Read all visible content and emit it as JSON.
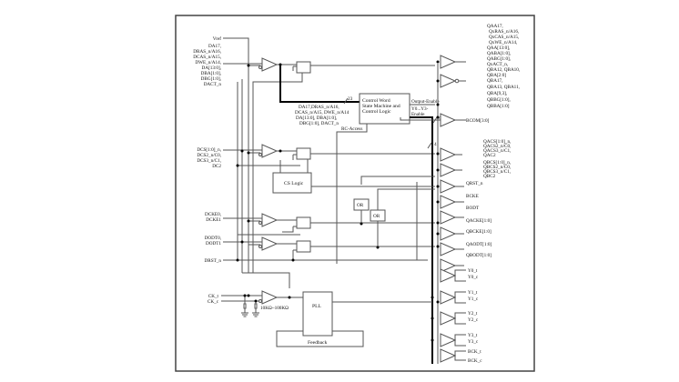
{
  "diagram": {
    "title": "Register / PLL block diagram",
    "inputs": {
      "vref": "Vref",
      "addr_cmd": [
        "DA17,",
        "DRAS_n/A16,",
        "DCAS_n/A15,",
        "DWE_n/A14,",
        "DA[13:0],",
        "DBA[1:0],",
        "DBG[1:0],",
        "DACT_n"
      ],
      "chip_select": [
        "DCS[1:0]_n,",
        "DCS2_n/C0,",
        "DCS3_n/C1,",
        "DC2"
      ],
      "cke": [
        "DCKE0,",
        "DCKE1"
      ],
      "odt": [
        "DODT0,",
        "DODT1"
      ],
      "reset": "DRST_n",
      "clk_t": "CK_t",
      "clk_c": "CK_c",
      "termination": "10KΩ~100KΩ"
    },
    "blocks": {
      "control": [
        "Control Word",
        "State Machine and",
        "Control Logic"
      ],
      "cs_logic": "CS Logic",
      "pll": "PLL",
      "feedback": "Feedback",
      "or1": "OR",
      "or2": "OR"
    },
    "buses": {
      "bus23": "23",
      "bus_label": [
        "DA17,DRAS_n/A16,",
        "DCAS_n/A15, DWE_n/A14",
        "DA[13:0], DBA[1:0],",
        "DBG[1:0], DACT_n"
      ],
      "output_enable": "Output-Enable",
      "y_enable": [
        "Y0...Y3-",
        "Enable"
      ],
      "rc_access": "RC-Access",
      "bus4a": "4",
      "bus4b": "4"
    },
    "outputs": {
      "qa_group": [
        "QAA17,",
        "QxRAS_n/A16,",
        "QxCAS_n/A15,",
        "QxWE_n/A14,",
        "QAA[13:0],",
        "QABA[1:0],",
        "QABG[1:0],",
        "QxACT_n,",
        "QBA12, QBA10,",
        "QBA[2:0]"
      ],
      "qb_group": [
        "QBA17,",
        "QBA13, QBA11,",
        "QBA[9,3],",
        "QBBG[1:0],",
        "QBBA[1:0]"
      ],
      "bcom": "BCOM[3:0]",
      "qacs": [
        "QACS[1:0]_n,",
        "QACS2_n/C0,",
        "QACS3_n/C1,",
        "QAC2"
      ],
      "qbcs": [
        "QBCS[1:0]_n,",
        "QBCS2_n/C0,",
        "QBCS3_n/C1,",
        "QBC2"
      ],
      "qrst": "QRST_n",
      "bcke": "BCKE",
      "bodt": "BODT",
      "qacke": "QACKE[1:0]",
      "qbcke": "QBCKE[1:0]",
      "qaodt": "QAODT[1:0]",
      "qbodt": "QBODT[1:0]",
      "y0t": "Y0_t",
      "y0c": "Y0_c",
      "y1t": "Y1_t",
      "y1c": "Y1_c",
      "y2t": "Y2_t",
      "y2c": "Y2_c",
      "y3t": "Y3_t",
      "y3c": "Y3_c",
      "bckt": "BCK_t",
      "bckc": "BCK_c"
    }
  }
}
